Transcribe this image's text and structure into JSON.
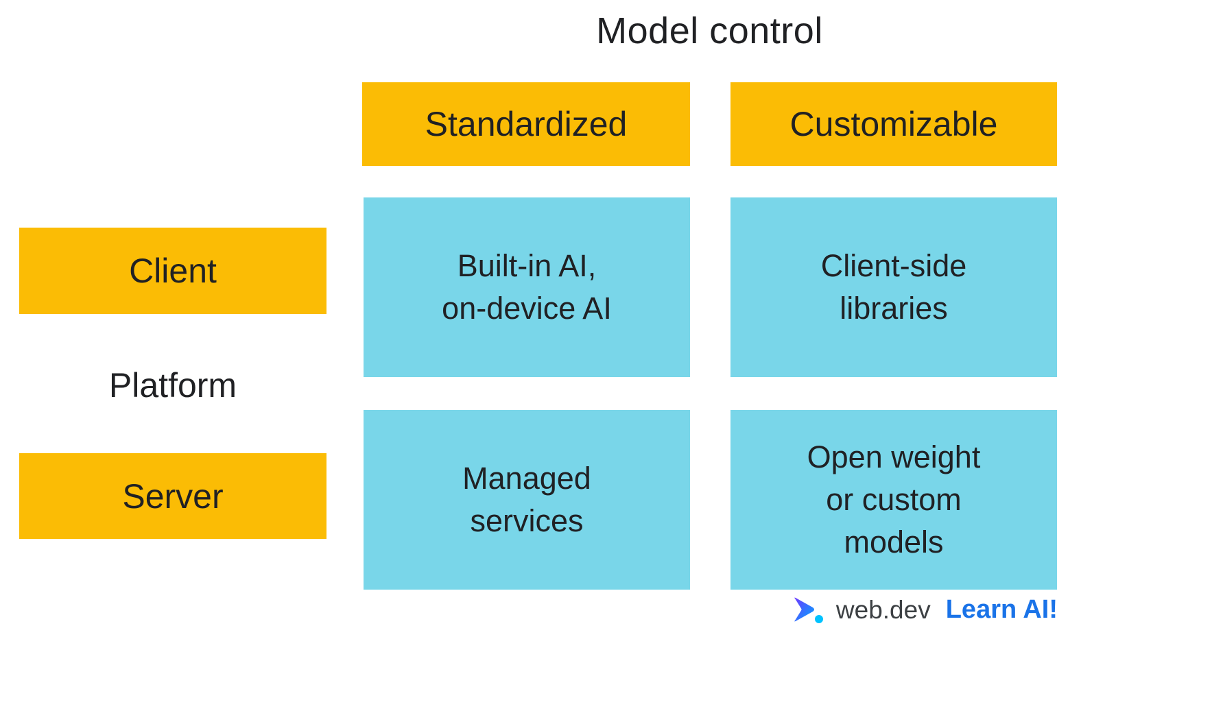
{
  "title": "Model control",
  "side_label": "Platform",
  "columns": [
    {
      "label": "Standardized"
    },
    {
      "label": "Customizable"
    }
  ],
  "rows": [
    {
      "label": "Client"
    },
    {
      "label": "Server"
    }
  ],
  "cells": {
    "client_standardized": "Built-in AI,\non-device AI",
    "client_customizable": "Client-side\nlibraries",
    "server_standardized": "Managed\nservices",
    "server_customizable": "Open weight\nor custom\nmodels"
  },
  "footer": {
    "brand": "web.dev",
    "campaign": "Learn AI!"
  },
  "colors": {
    "header_yellow": "#FBBC05",
    "cell_blue": "#79D6E9",
    "text": "#202124",
    "brand_gray": "#3C4043",
    "accent_blue": "#1A73E8",
    "logo_gradient_start": "#6E3AFF",
    "logo_gradient_end": "#00A6FF"
  }
}
